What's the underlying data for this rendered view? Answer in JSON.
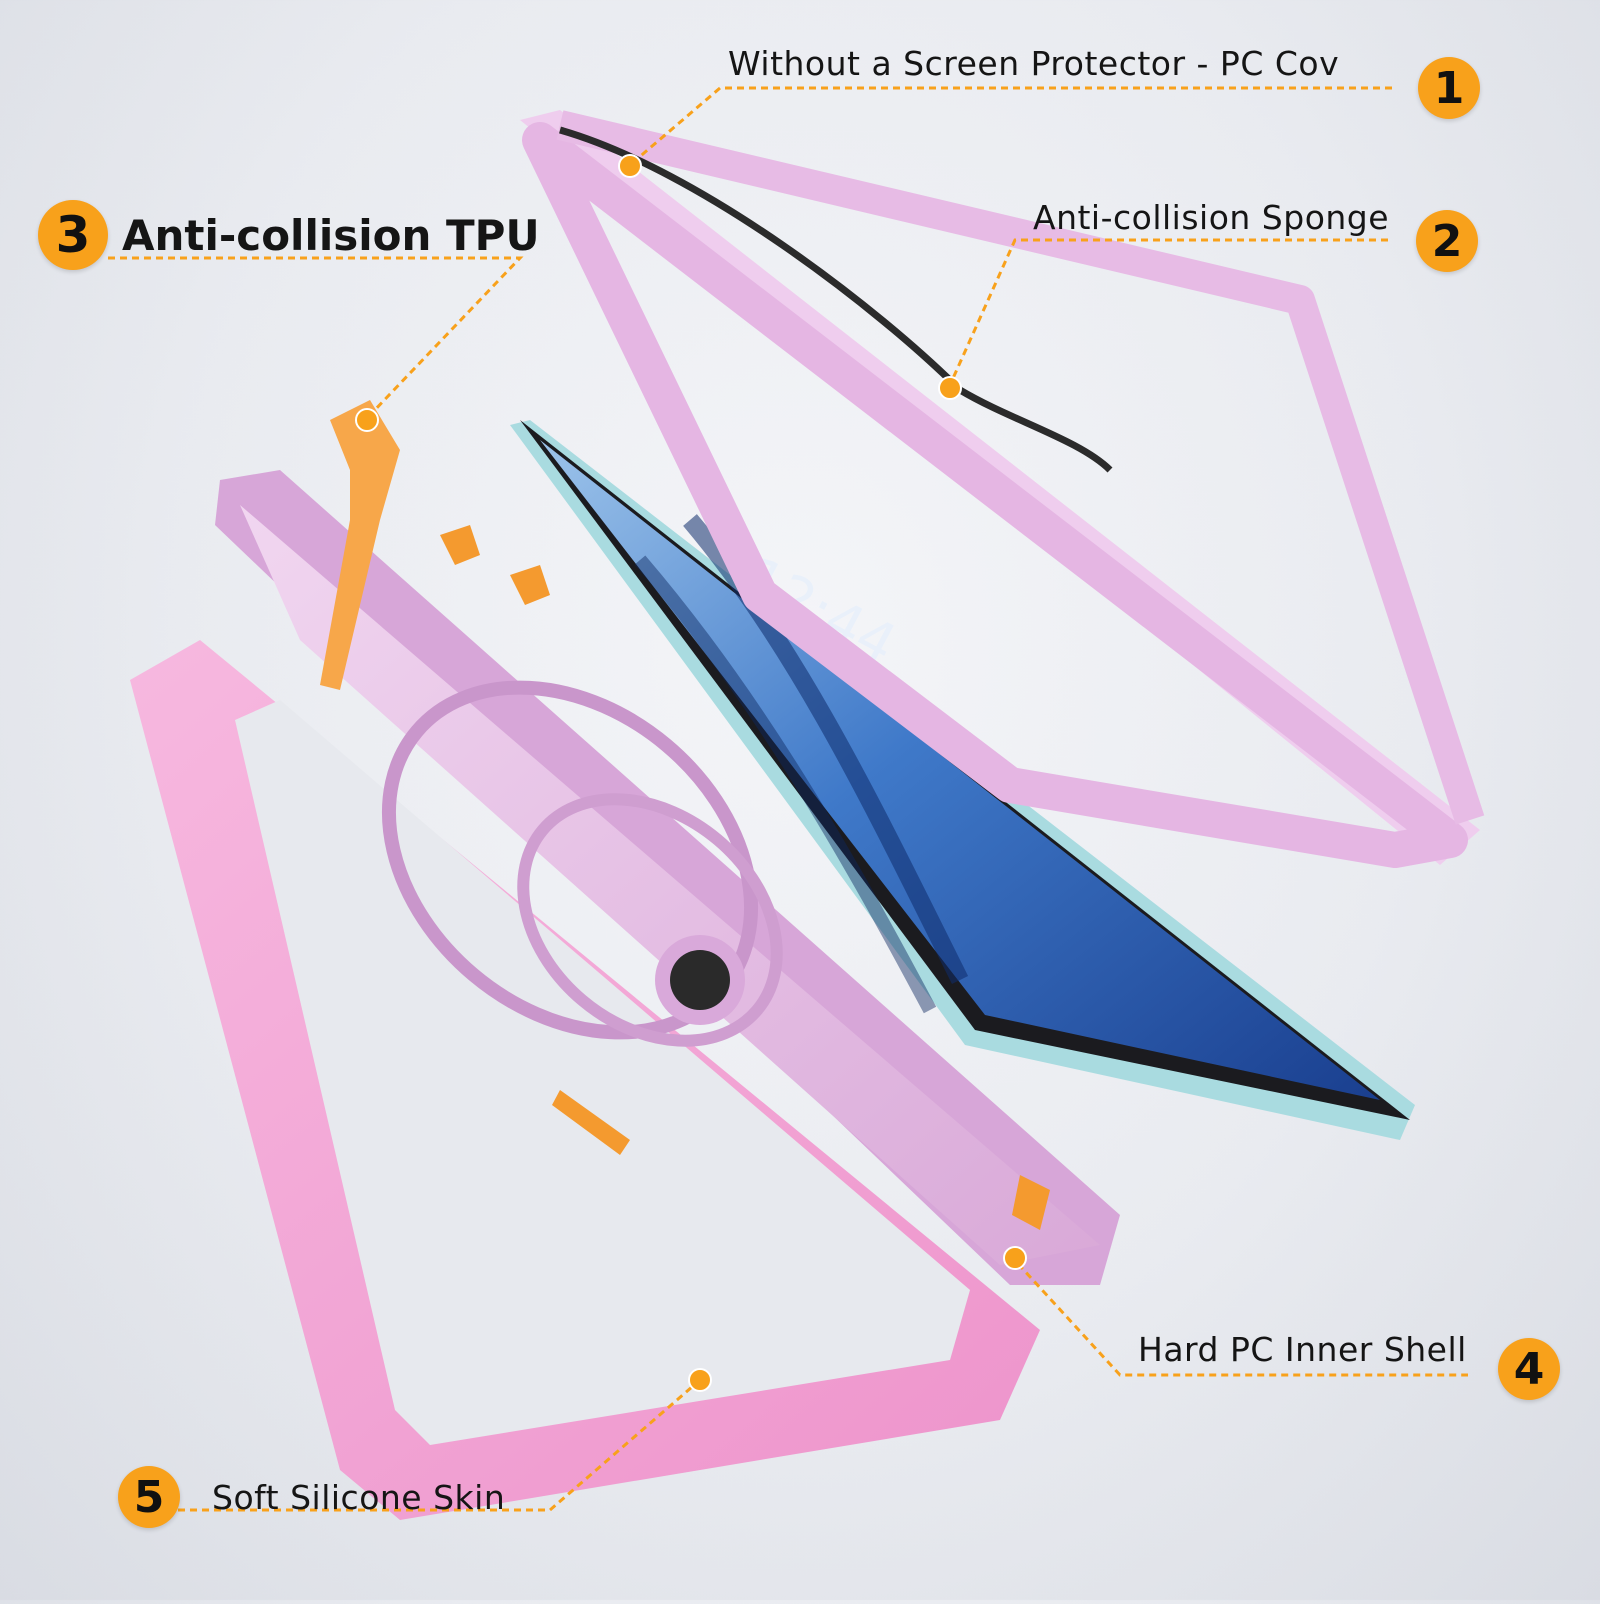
{
  "colors": {
    "accent_orange": "#f8a11b",
    "case_lilac": "#e6b8e2",
    "skin_pink": "#f59bd4",
    "screen_blue": "#2a63b8",
    "tablet_body": "#a9dbe0"
  },
  "device_screen": {
    "time": "12:44"
  },
  "callouts": [
    {
      "number": "1",
      "text": "Without a Screen Protector - PC Cov"
    },
    {
      "number": "2",
      "text": "Anti-collision Sponge"
    },
    {
      "number": "3",
      "text": "Anti-collision TPU"
    },
    {
      "number": "4",
      "text": "Hard PC Inner Shell"
    },
    {
      "number": "5",
      "text": "Soft Silicone Skin"
    }
  ]
}
